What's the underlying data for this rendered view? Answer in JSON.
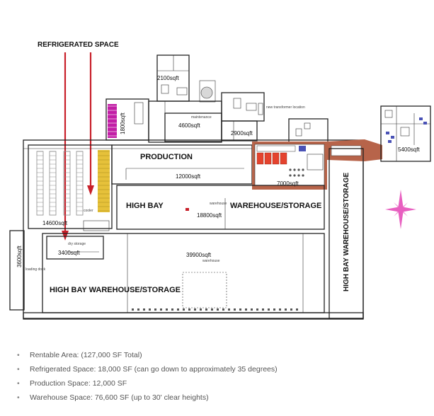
{
  "plan": {
    "refrigerated_callout": "REFRIGERATED SPACE",
    "rooms": {
      "r2100": "2100sqft",
      "r1800": "1800sqft",
      "r4600": "4600sqft",
      "r2900": "2900sqft",
      "production_title": "PRODUCTION",
      "r12000": "12000sqft",
      "r7000": "7000sqft",
      "r5400": "5400sqft",
      "high_bay_title": "HIGH BAY",
      "warehouse_storage_title": "WAREHOUSE/STORAGE",
      "r18800": "18800sqft",
      "r14600": "14600sqft",
      "r3400": "3400sqft",
      "r3600": "3600sqft",
      "r39900": "39900sqft",
      "high_bay_warehouse_title": "HIGH BAY WAREHOUSE/STORAGE",
      "vertical_high_bay_title": "HIGH BAY WAREHOUSE/STORAGE"
    },
    "small_labels": {
      "maintenance": "maintenance",
      "new_transformer": "new transformer location",
      "warehouse_a": "warehouse",
      "warehouse_b": "warehouse",
      "dry_storage": "dry storage",
      "loading_dock": "loading dock",
      "cooler": "cooler"
    },
    "colors": {
      "callout_arrow": "#c8202a",
      "refrigerated_magenta": "#c21fa6",
      "racking_yellow": "#e6c13a",
      "office_brown": "#b7644a",
      "cold_room_red": "#e4432e",
      "compass_pink": "#e85fc0",
      "rack_gray": "#8a8a8a",
      "office_blue": "#4a52b6"
    }
  },
  "bullets": [
    "Rentable Area: (127,000 SF Total)",
    "Refrigerated Space: 18,000 SF (can go down to approximately 35 degrees)",
    "Production Space: 12,000 SF",
    "Warehouse Space: 76,600 SF (up to 30' clear heights)"
  ]
}
